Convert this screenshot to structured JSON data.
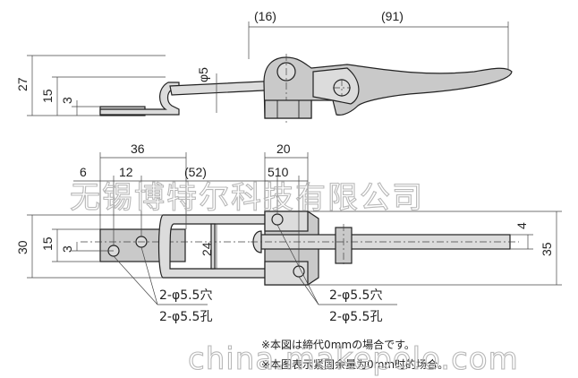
{
  "top_view": {
    "dims": {
      "w16": "(16)",
      "w91": "(91)",
      "h27": "27",
      "h15": "15",
      "h3": "3",
      "dia5": "φ5"
    }
  },
  "front_view": {
    "dims": {
      "w36": "36",
      "w6": "6",
      "w12": "12",
      "w52": "(52)",
      "w20": "20",
      "w510": "510",
      "h30": "30",
      "h15": "15",
      "h3": "3",
      "h24": "24",
      "h4": "4",
      "h35": "35"
    },
    "hole_labels": {
      "left_line1": "2-φ5.5穴",
      "left_line2": "2-φ5.5孔",
      "right_line1": "2-φ5.5穴",
      "right_line2": "2-φ5.5孔"
    }
  },
  "notes": {
    "line1": "※本図は締代0mmの場合です。",
    "line2": "※本图表示紧固余量为0mm时的场合。"
  },
  "watermarks": {
    "company": "无锡博特尔科技有限公司",
    "site": "china.makepolo.com"
  }
}
